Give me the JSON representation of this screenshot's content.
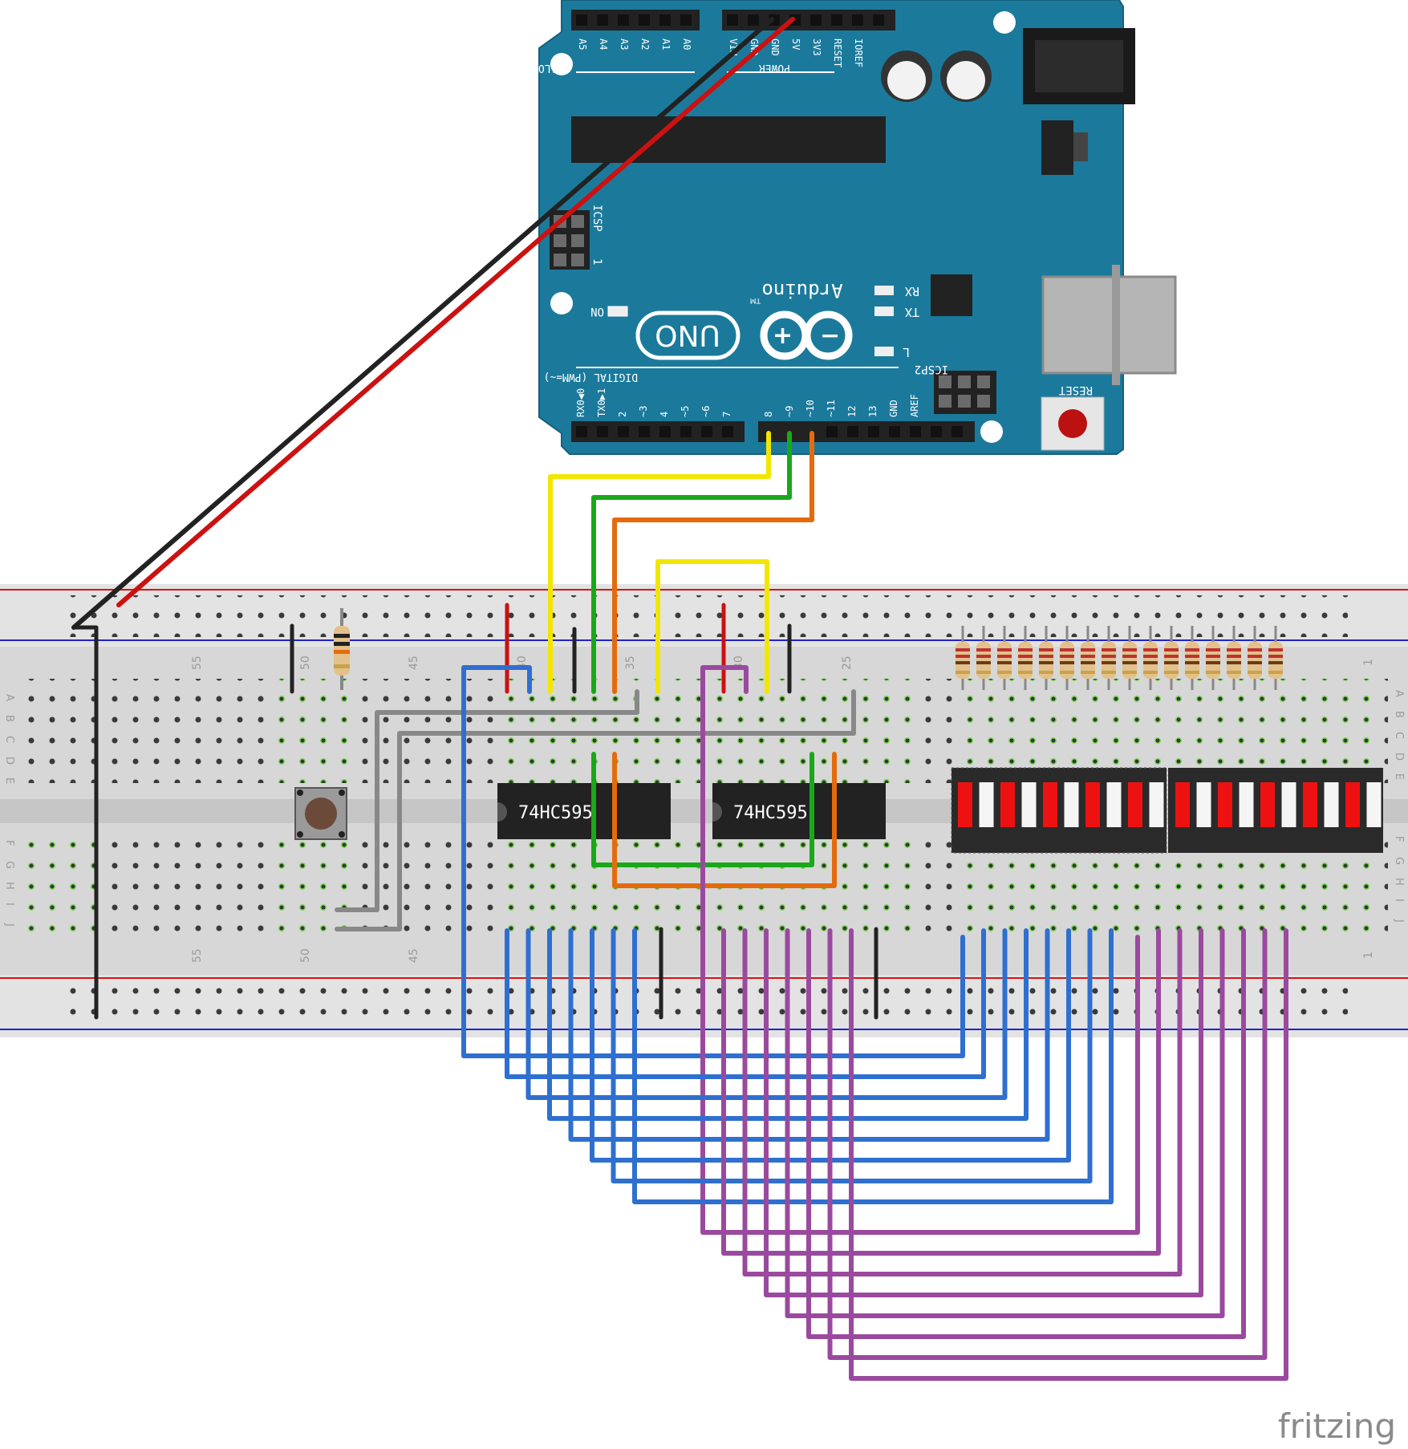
{
  "arduino": {
    "analog_header": "ANALOG IN",
    "analog_pins": [
      "A5",
      "A4",
      "A3",
      "A2",
      "A1",
      "A0"
    ],
    "power_header": "POWER",
    "power_pins": [
      "VIN",
      "GND",
      "GND",
      "5V",
      "3V3",
      "RESET",
      "IOREF"
    ],
    "digital_header": "DIGITAL (PWM=~)",
    "digital_pins_low": [
      "RX0◀0",
      "TX0▶1",
      "2",
      "~3",
      "4",
      "~5",
      "~6",
      "7"
    ],
    "digital_pins_high": [
      "8",
      "~9",
      "~10",
      "~11",
      "12",
      "13",
      "GND",
      "AREF"
    ],
    "logo_uno": "UNO",
    "logo_brand": "Arduino",
    "tm": "TM",
    "icsp": "ICSP",
    "icsp_pin1": "1",
    "icsp2": "ICSP2",
    "led_on": "ON",
    "led_rx": "RX",
    "led_tx": "TX",
    "led_l": "L",
    "reset_label": "RESET"
  },
  "breadboard": {
    "col_numbers": [
      "55",
      "50",
      "45",
      "40",
      "35",
      "30",
      "25",
      "1"
    ],
    "row_letters_top": [
      "A",
      "B",
      "C",
      "D",
      "E"
    ],
    "row_letters_bottom": [
      "F",
      "G",
      "H",
      "I",
      "J"
    ]
  },
  "chips": [
    {
      "label": "74HC595"
    },
    {
      "label": "74HC595"
    }
  ],
  "led_bar_segments": [
    "red",
    "white",
    "red",
    "white",
    "red",
    "white",
    "red",
    "white",
    "red",
    "white",
    "red",
    "white",
    "red",
    "white",
    "red",
    "white",
    "red",
    "white",
    "red",
    "white"
  ],
  "colors": {
    "board_teal": "#1b7a9c",
    "breadboard": "#d9d9d9",
    "rail_red": "#d11",
    "rail_blue": "#22c",
    "wire_black": "#222222",
    "wire_red": "#cc1111",
    "wire_yellow": "#f2e600",
    "wire_green": "#1aa81a",
    "wire_orange": "#e46b0c",
    "wire_gray": "#888888",
    "wire_blue": "#2f6fd0",
    "wire_purple": "#9a4a9e"
  },
  "watermark": "fritzing"
}
